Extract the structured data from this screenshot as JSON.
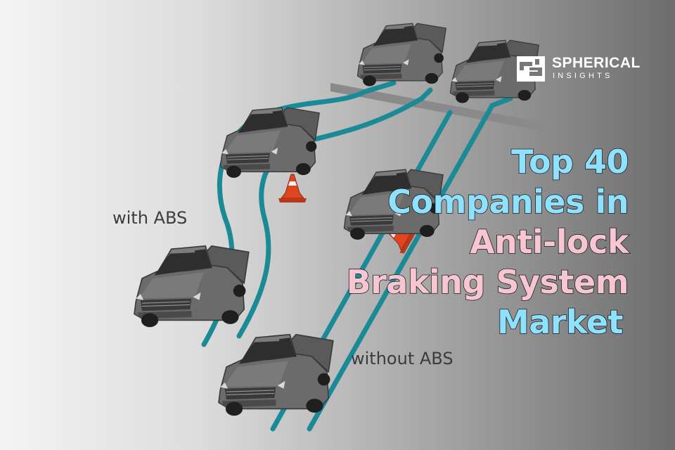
{
  "brand": {
    "name_line1": "SPHERICAL",
    "name_line2": "INSIGHTS",
    "icon": "spherical-insights-logo-mark"
  },
  "labels": {
    "with_abs": "with ABS",
    "without_abs": "without ABS"
  },
  "title": {
    "line1": "Top 40",
    "line2": "Companies in",
    "line3": "Anti-lock",
    "line4": "Braking System",
    "line5": "Market"
  },
  "colors": {
    "title_blue": "#8ee2ff",
    "title_pink": "#f8c6d2",
    "track_teal": "#1a8a96",
    "cone_orange": "#e0451f",
    "truck_gray": "#6e6e6e"
  }
}
